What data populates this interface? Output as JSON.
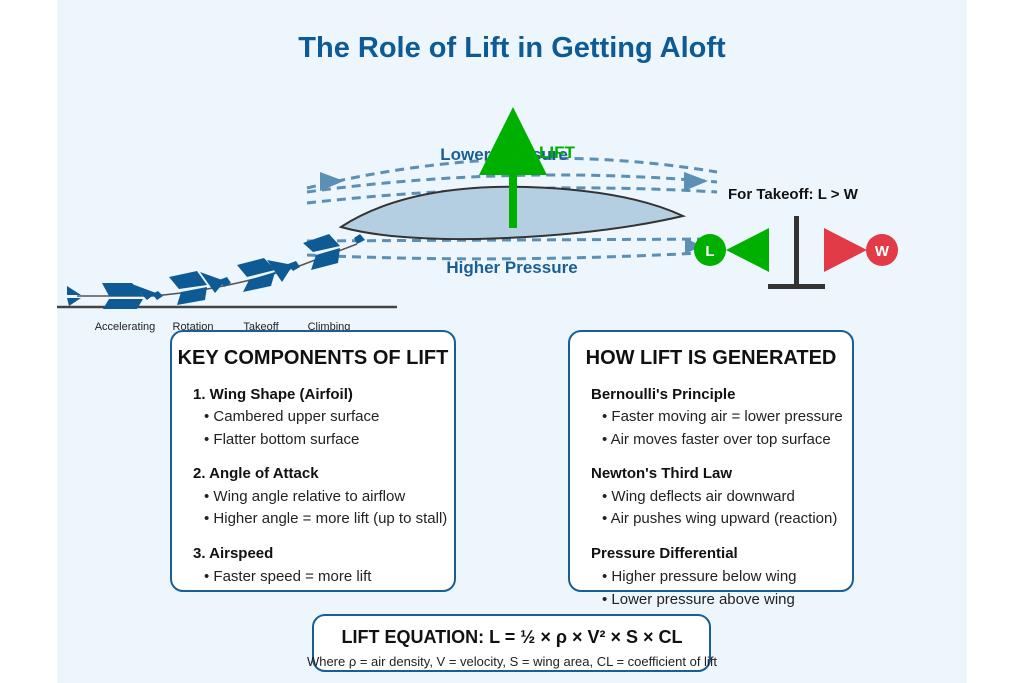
{
  "title": "The Role of Lift in Getting Aloft",
  "airflow": {
    "upper_label": "Lower Pressure",
    "lower_label": "Higher Pressure",
    "lift_label": "LIFT"
  },
  "takeoff_stages": [
    "Accelerating",
    "Rotation",
    "Takeoff",
    "Climbing"
  ],
  "balance": {
    "condition": "For Takeoff: L > W",
    "lift_symbol": "L",
    "weight_symbol": "W"
  },
  "key_components": {
    "title": "KEY COMPONENTS OF LIFT",
    "sections": [
      {
        "heading": "1. Wing Shape (Airfoil)",
        "bullets": [
          "• Cambered upper surface",
          "• Flatter bottom surface"
        ]
      },
      {
        "heading": "2. Angle of Attack",
        "bullets": [
          "• Wing angle relative to airflow",
          "• Higher angle = more lift (up to stall)"
        ]
      },
      {
        "heading": "3. Airspeed",
        "bullets": [
          "• Faster speed = more lift"
        ]
      }
    ]
  },
  "how_generated": {
    "title": "HOW LIFT IS GENERATED",
    "sections": [
      {
        "heading": "Bernoulli's Principle",
        "bullets": [
          "• Faster moving air = lower pressure",
          "• Air moves faster over top surface"
        ]
      },
      {
        "heading": "Newton's Third Law",
        "bullets": [
          "• Wing deflects air downward",
          "• Air pushes wing upward (reaction)"
        ]
      },
      {
        "heading": "Pressure Differential",
        "bullets": [
          "• Higher pressure below wing",
          "• Lower pressure above wing"
        ]
      }
    ]
  },
  "equation": {
    "title": "LIFT EQUATION: L = ½ × ρ × V² × S × CL",
    "legend": "Where ρ = air density, V = velocity, S = wing area, CL = coefficient of lift"
  },
  "colors": {
    "title": "#0d5a95",
    "lift": "#00b000",
    "weight": "#e23a47",
    "airflow": "#5b8fb3",
    "wing_fill": "#b4cfe2",
    "plane": "#0d5a95",
    "box_border": "#1a5f93"
  }
}
